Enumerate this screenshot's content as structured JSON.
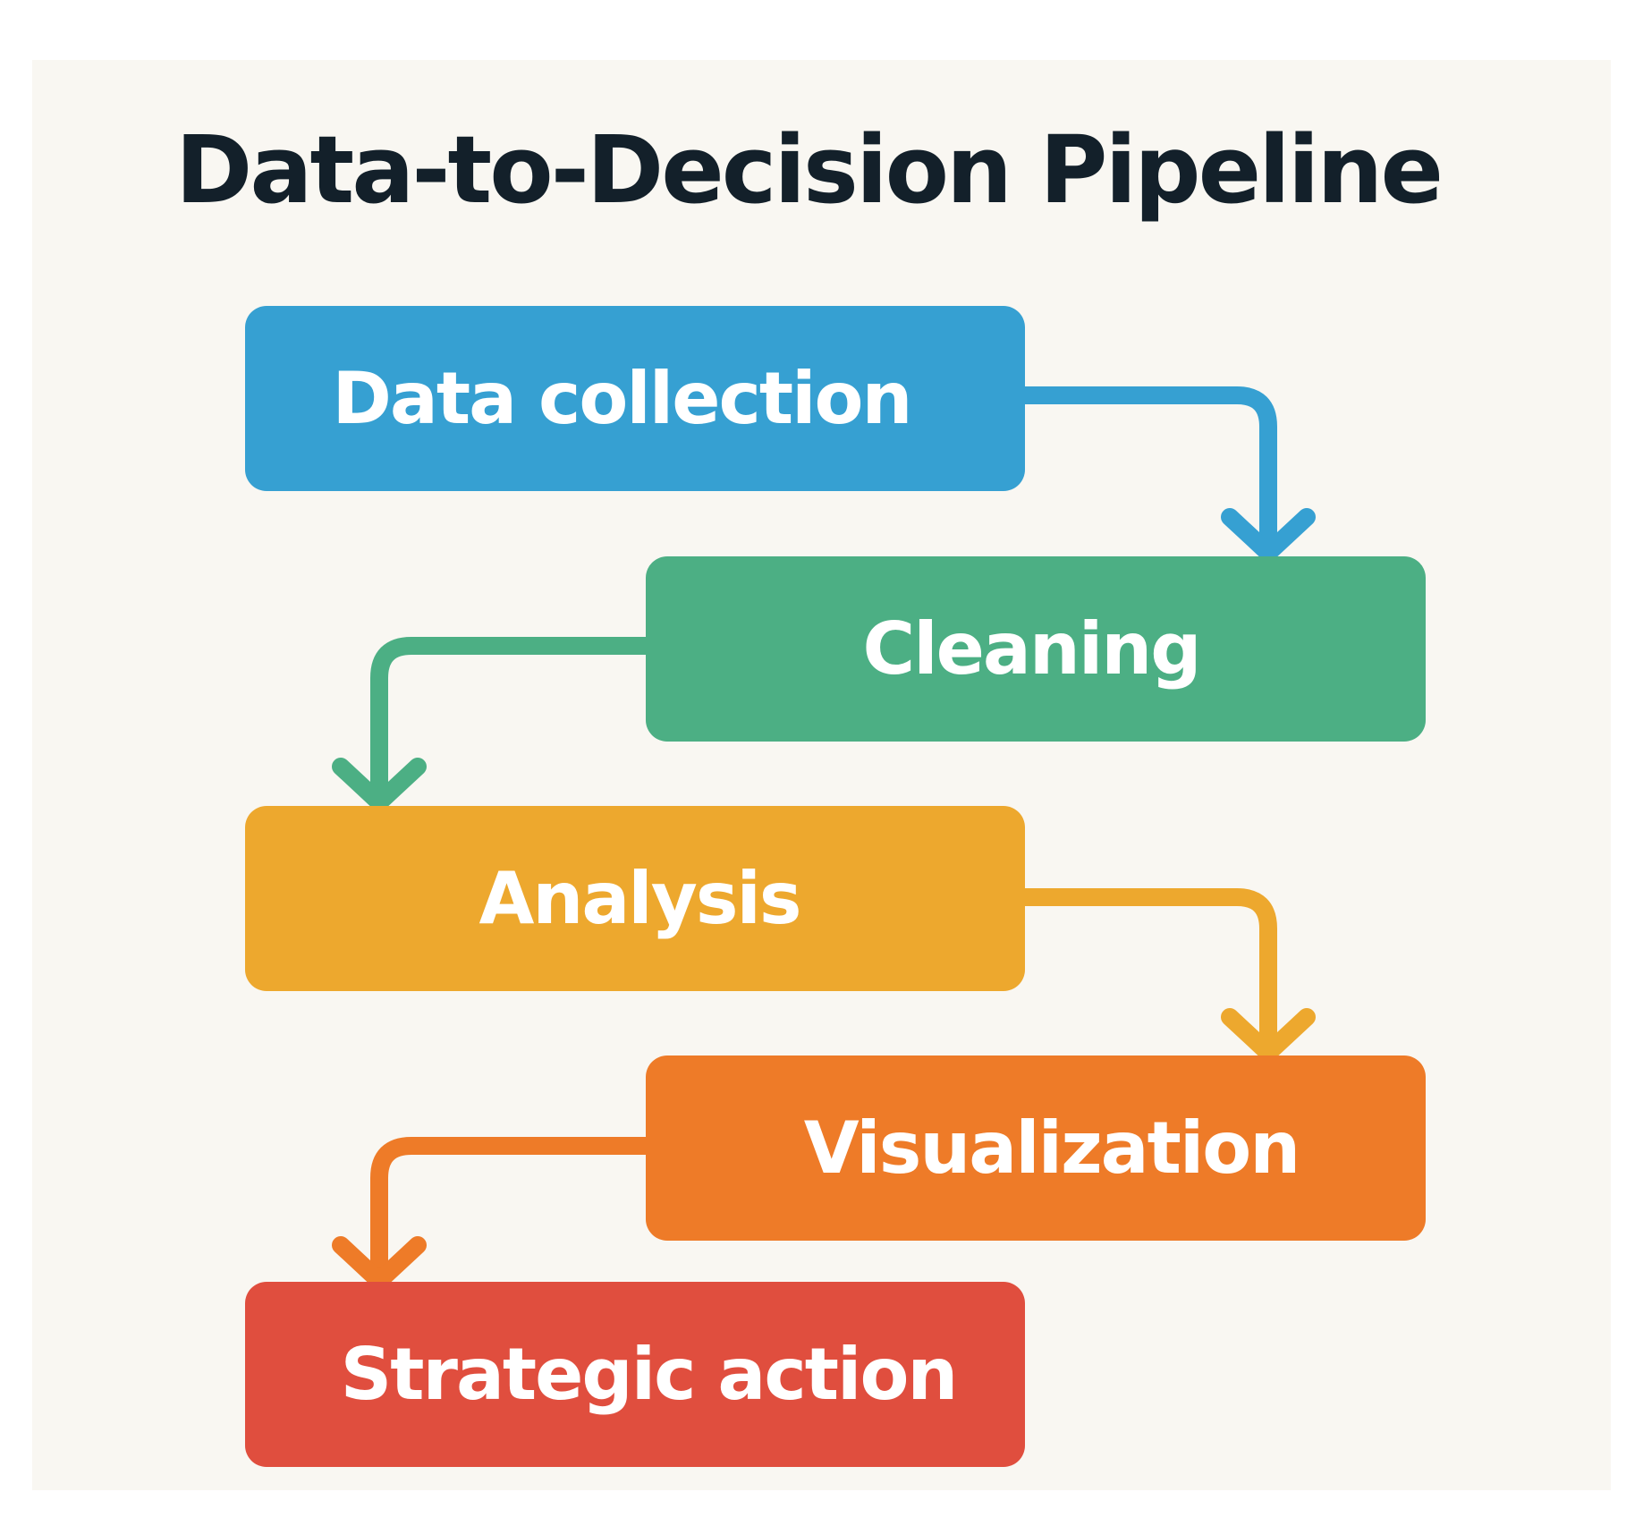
{
  "title": "Data-to-Decision Pipeline",
  "steps": [
    {
      "label": "Data collection",
      "color": "#36a0d2"
    },
    {
      "label": "Cleaning",
      "color": "#4caf84"
    },
    {
      "label": "Analysis",
      "color": "#eda82e"
    },
    {
      "label": "Visualization",
      "color": "#ee7b28"
    },
    {
      "label": "Strategic action",
      "color": "#e04e3e"
    }
  ],
  "connectors": [
    {
      "from": 0,
      "to": 1,
      "color": "#36a0d2"
    },
    {
      "from": 1,
      "to": 2,
      "color": "#4caf84"
    },
    {
      "from": 2,
      "to": 3,
      "color": "#eda82e"
    },
    {
      "from": 3,
      "to": 4,
      "color": "#ee7b28"
    }
  ]
}
